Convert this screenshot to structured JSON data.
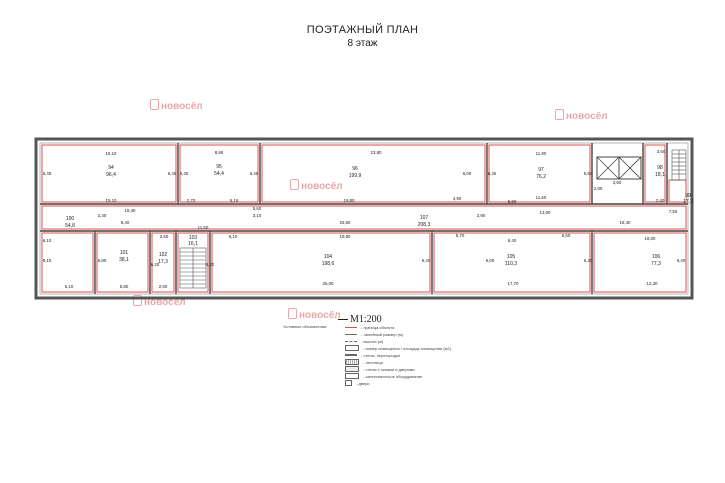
{
  "header": {
    "title": "ПОЭТАЖНЫЙ ПЛАН",
    "subtitle": "8 этаж"
  },
  "scale": "М1:200",
  "watermark": {
    "brand": "новосёл"
  },
  "rooms": [
    {
      "id": "94",
      "area": "96,4"
    },
    {
      "id": "95",
      "area": "54,4"
    },
    {
      "id": "96",
      "area": "199,9"
    },
    {
      "id": "97",
      "area": "76,2"
    },
    {
      "id": "98",
      "area": "18,1"
    },
    {
      "id": "99",
      "area": "17,3"
    },
    {
      "id": "100",
      "area": "54,8"
    },
    {
      "id": "101",
      "area": "38,1"
    },
    {
      "id": "102",
      "area": "17,3"
    },
    {
      "id": "103",
      "area": "16,1"
    },
    {
      "id": "104",
      "area": "198,6"
    },
    {
      "id": "105",
      "area": "110,3"
    },
    {
      "id": "106",
      "area": "77,3"
    },
    {
      "id": "107",
      "area": "208,3"
    }
  ],
  "dimensions": [
    "15,10",
    "6,45",
    "6,45",
    "15,10",
    "8,86",
    "6,45",
    "6,45",
    "5,16",
    "2,70",
    "23,80",
    "6,00",
    "19,80",
    "4,90",
    "11,90",
    "6,45",
    "11,60",
    "3,80",
    "5,60",
    "2,80",
    "2,40",
    "7,50",
    "18,40",
    "8,40",
    "11,60",
    "5,60",
    "3,10",
    "2,30",
    "2,90",
    "25,60",
    "5,80",
    "13,00",
    "18,40",
    "6,10",
    "2,50",
    "6,10",
    "18,90",
    "5,70",
    "6,40",
    "5,60",
    "18,00",
    "8,10",
    "5,80",
    "6,20",
    "6,20",
    "6,40",
    "6,00",
    "6,40",
    "6,40",
    "5,80",
    "2,90",
    "25,00",
    "17,70",
    "12,30",
    "6,10",
    "2,60"
  ],
  "legend": {
    "title": "Условные обозначения:",
    "items": [
      "- граница объекта",
      "- линейный размер (м)",
      "- высота (м)",
      "- номер помещения / площадь помещения (м2)",
      "- стены, перегородки",
      "- лестница",
      "- стены с окнами и дверями",
      "- сантехническое оборудование",
      "- двери"
    ]
  }
}
